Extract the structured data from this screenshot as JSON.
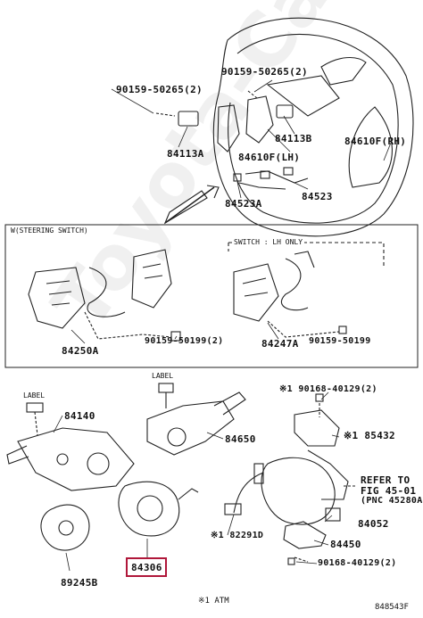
{
  "watermark": "Toyota-CarParts",
  "steering_wheel": {
    "screw_left": "90159-50265(2)",
    "screw_right": "90159-50265(2)",
    "paddle_rh": "84610F(RH)",
    "paddle_lh": "84610F(LH)",
    "bracket_left": "84113A",
    "bracket_right": "84113B",
    "harness": "84523",
    "harness_a": "84523A"
  },
  "steering_switch_box": {
    "title": "W(STEERING SWITCH)",
    "sub_title": "SWITCH : LH ONLY",
    "switch_a": "84250A",
    "switch_b": "84247A",
    "screw_a": "90159-50199(2)",
    "screw_b": "90159-50199"
  },
  "column": {
    "label_left": "LABEL",
    "label_right": "LABEL",
    "wiper_switch": "84140",
    "turn_switch": "84650",
    "screw_top": "※1 90168-40129(2)",
    "cover": "※1 85432",
    "refer_line1": "REFER TO",
    "refer_line2": "FIG 45-01",
    "refer_line3": "(PNC 45280A)",
    "spiral_cable": "84306",
    "sensor": "89245B",
    "harness_lower": "※1 82291D",
    "part_84052": "84052",
    "part_84450": "84450",
    "screw_bottom": "90168-40129(2)"
  },
  "footnote": "※1 ATM",
  "figure_code": "848543F"
}
